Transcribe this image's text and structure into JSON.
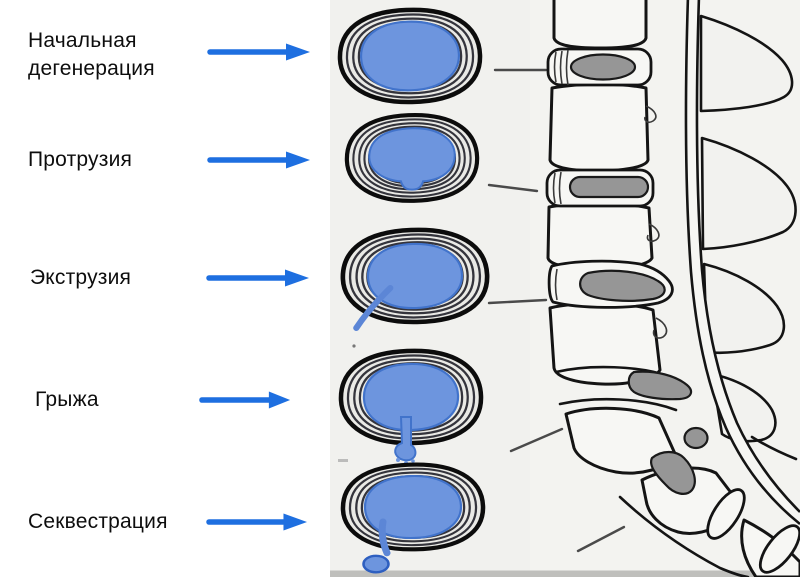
{
  "diagram": {
    "kind": "spinal-disc-degeneration-stages",
    "language": "ru",
    "stages": [
      {
        "label": "Начальная дегенерация"
      },
      {
        "label": "Протрузия"
      },
      {
        "label": "Экструзия"
      },
      {
        "label": "Грыжа"
      },
      {
        "label": "Секвестрация"
      }
    ],
    "colors": {
      "arrow_blue": "#1e6fe0",
      "nucleus_blue": "#6d95de",
      "nucleus_border_blue": "#4173cb",
      "spine_disc_gray": "#969696",
      "outline_black": "#141414",
      "scan_background": "#f1f1ee"
    }
  }
}
